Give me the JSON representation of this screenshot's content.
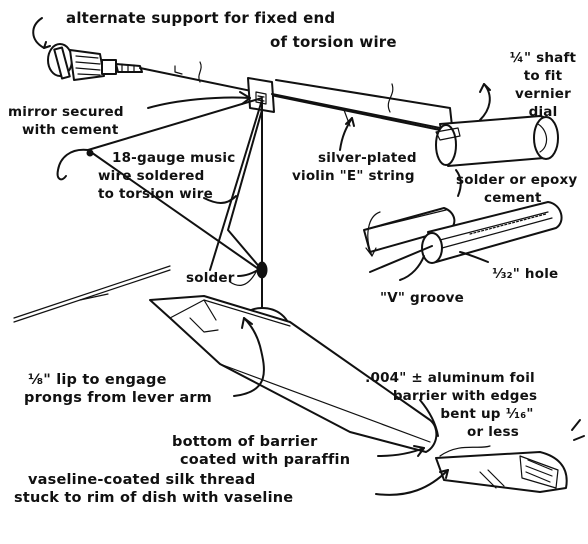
{
  "labels": {
    "alternate_support": [
      "alternate support for fixed end",
      "of torsion wire"
    ],
    "shaft": [
      "¼\" shaft",
      "to fit",
      "vernier",
      "dial"
    ],
    "mirror": [
      "mirror secured",
      "with cement"
    ],
    "music_wire": [
      "18-gauge music",
      "wire soldered",
      "to torsion wire"
    ],
    "violin_string": [
      "silver-plated",
      "violin \"E\" string"
    ],
    "solder_epoxy": [
      "solder or epoxy",
      "cement"
    ],
    "solder": "solder",
    "hole": "¹⁄₃₂\" hole",
    "v_groove": "\"V\" groove",
    "lip": [
      "⅛\" lip to engage",
      "prongs from lever arm"
    ],
    "foil_barrier": [
      ".004\" ± aluminum foil",
      "barrier with edges",
      "bent up ¹⁄₁₆\"",
      "or less"
    ],
    "bottom_barrier": [
      "bottom of barrier",
      "coated with paraffin"
    ],
    "silk_thread": [
      "vaseline-coated silk thread",
      "stuck to rim of dish with vaseline"
    ]
  }
}
